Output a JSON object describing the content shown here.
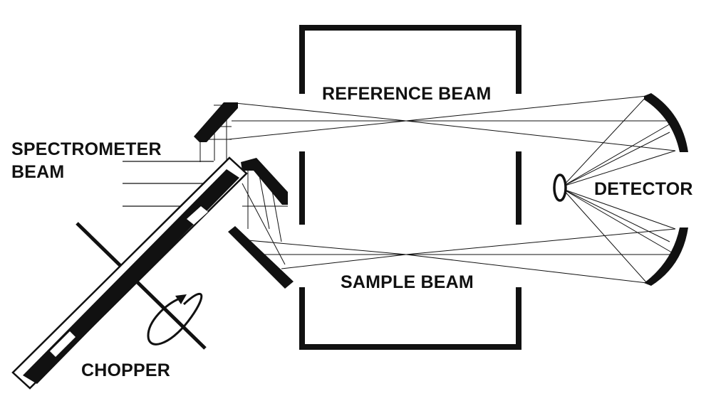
{
  "labels": {
    "spectrometer_beam_line1": "SPECTROMETER",
    "spectrometer_beam_line2": "BEAM",
    "reference_beam": "REFERENCE BEAM",
    "sample_beam": "SAMPLE BEAM",
    "detector": "DETECTOR",
    "chopper": "CHOPPER"
  },
  "colors": {
    "ink": "#111111",
    "background": "#ffffff"
  }
}
